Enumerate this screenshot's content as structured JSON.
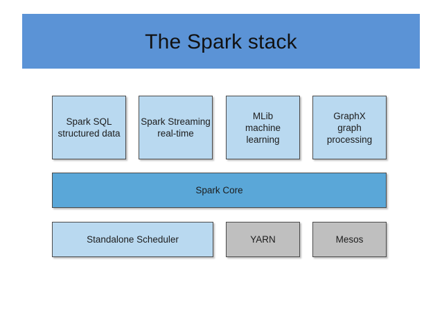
{
  "slide": {
    "title": "The Spark stack"
  },
  "diagram": {
    "top_row": [
      {
        "line1": "Spark SQL",
        "line2": "structured data",
        "line3": ""
      },
      {
        "line1": "Spark Streaming",
        "line2": "real-time",
        "line3": ""
      },
      {
        "line1": "MLib",
        "line2": "machine",
        "line3": "learning"
      },
      {
        "line1": "GraphX",
        "line2": "graph",
        "line3": "processing"
      }
    ],
    "core": "Spark Core",
    "bottom_row": [
      "Standalone Scheduler",
      "YARN",
      "Mesos"
    ]
  },
  "colors": {
    "title_bar": "#5b93d6",
    "library_box": "#b9d9f0",
    "core_box": "#5aa7d8",
    "external_scheduler_box": "#bfbfbf"
  }
}
